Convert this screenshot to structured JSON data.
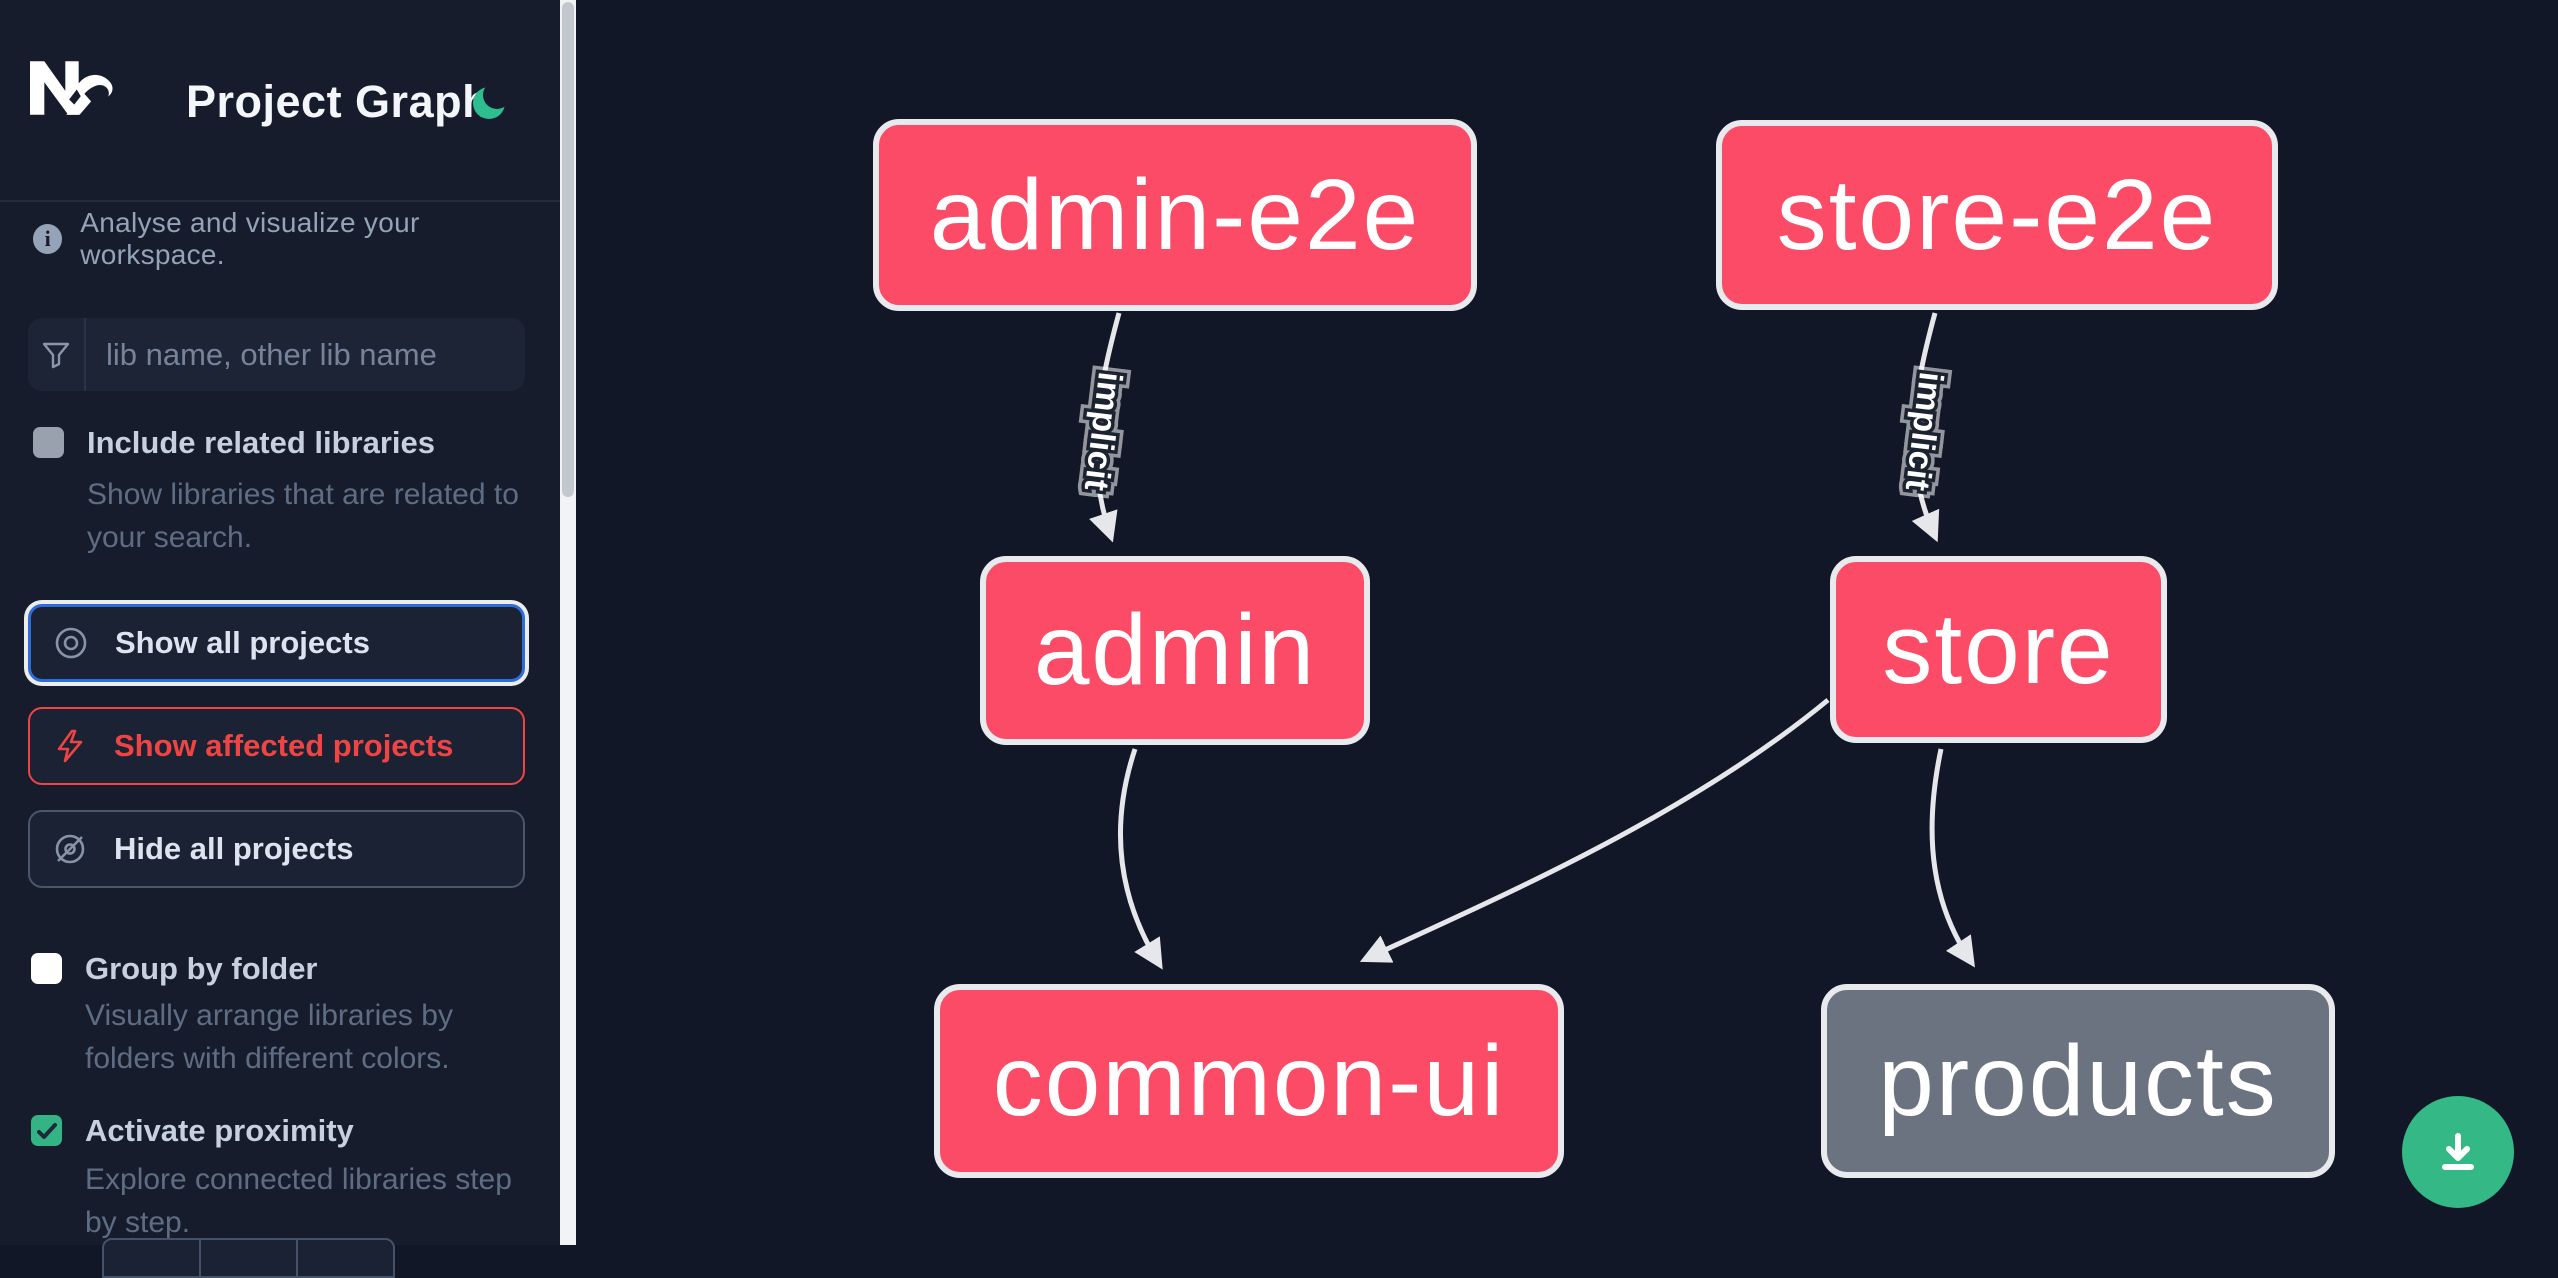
{
  "app": {
    "title": "Project Graph"
  },
  "sidebar": {
    "tagline": "Analyse and visualize your workspace.",
    "search": {
      "placeholder": "lib name, other lib name",
      "value": ""
    },
    "options": [
      {
        "label": "Include related libraries",
        "desc1": "Show libraries that are related to",
        "desc2": "your search.",
        "checked": false,
        "disabled": true
      },
      {
        "label": "Group by folder",
        "desc1": "Visually arrange libraries by",
        "desc2": "folders with different colors.",
        "checked": false,
        "disabled": false
      },
      {
        "label": "Activate proximity",
        "desc1": "Explore connected libraries step",
        "desc2": "by step.",
        "checked": true,
        "disabled": false
      }
    ],
    "actions": [
      {
        "label": "Show all projects",
        "state": "focused"
      },
      {
        "label": "Show affected projects",
        "state": "danger"
      },
      {
        "label": "Hide all projects",
        "state": "default"
      }
    ]
  },
  "graph": {
    "nodes": [
      {
        "id": "admin-e2e",
        "label": "admin-e2e",
        "kind": "affected"
      },
      {
        "id": "store-e2e",
        "label": "store-e2e",
        "kind": "affected"
      },
      {
        "id": "admin",
        "label": "admin",
        "kind": "affected"
      },
      {
        "id": "store",
        "label": "store",
        "kind": "affected"
      },
      {
        "id": "common-ui",
        "label": "common-ui",
        "kind": "affected"
      },
      {
        "id": "products",
        "label": "products",
        "kind": "default"
      }
    ],
    "edges": [
      {
        "source": "admin-e2e",
        "target": "admin",
        "label": "implicit"
      },
      {
        "source": "store-e2e",
        "target": "store",
        "label": "implicit"
      },
      {
        "source": "admin",
        "target": "common-ui",
        "label": ""
      },
      {
        "source": "store",
        "target": "common-ui",
        "label": ""
      },
      {
        "source": "store",
        "target": "products",
        "label": ""
      }
    ]
  },
  "colors": {
    "accent_green": "#34b885",
    "node_affected": "#fb4b67",
    "node_default": "#6b7280",
    "focus_blue": "#2e6bdb",
    "danger_red": "#ef4444"
  }
}
